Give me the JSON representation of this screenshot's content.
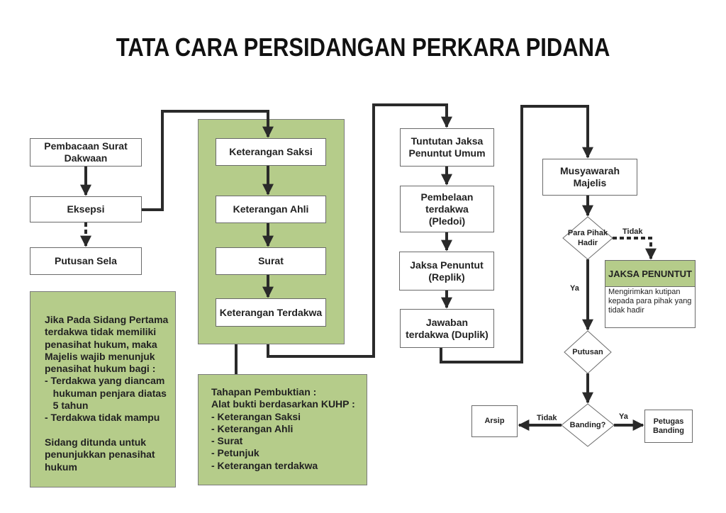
{
  "title": "TATA CARA PERSIDANGAN PERKARA PIDANA",
  "colors": {
    "green": "#b5cc8a",
    "line": "#2a2a2a"
  },
  "left": {
    "pembacaan": "Pembacaan Surat Dakwaan",
    "eksepsi": "Eksepsi",
    "putusan_sela": "Putusan Sela",
    "note": "Jika Pada Sidang Pertama\nterdakwa tidak memiliki\npenasihat hukum, maka\nMajelis wajib menunjuk\npenasihat hukum bagi :\n- Terdakwa yang diancam\n   hukuman penjara diatas\n   5 tahun\n- Terdakwa tidak mampu\n\nSidang ditunda untuk\npenunjukkan penasihat\nhukum"
  },
  "pembuktian": {
    "steps": [
      "Keterangan Saksi",
      "Keterangan Ahli",
      "Surat",
      "Keterangan Terdakwa"
    ],
    "note": "Tahapan Pembuktian :\nAlat bukti berdasarkan KUHP :\n- Keterangan Saksi\n- Keterangan Ahli\n- Surat\n- Petunjuk\n- Keterangan terdakwa"
  },
  "tuntutan": {
    "steps": [
      "Tuntutan Jaksa Penuntut Umum",
      "Pembelaan terdakwa (Pledoi)",
      "Jaksa Penuntut (Replik)",
      "Jawaban terdakwa (Duplik)"
    ]
  },
  "putusan": {
    "musyawarah": "Musyawarah Majelis",
    "para_pihak": "Para Pihak Hadir",
    "tidak1": "Tidak",
    "ya1": "Ya",
    "jaksa_title": "JAKSA PENUNTUT",
    "jaksa_text": "Mengirimkan kutipan kepada para pihak yang tidak hadir",
    "putusan": "Putusan",
    "banding": "Banding?",
    "tidak2": "Tidak",
    "ya2": "Ya",
    "arsip": "Arsip",
    "petugas": "Petugas Banding"
  }
}
